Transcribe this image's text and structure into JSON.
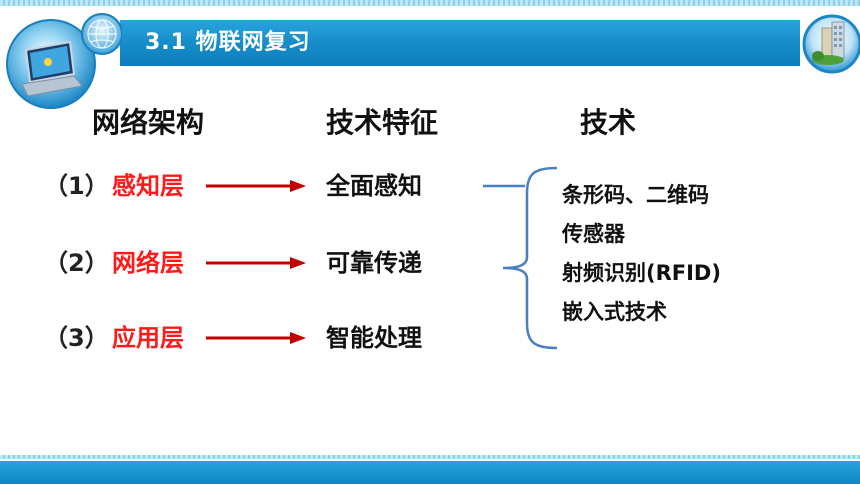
{
  "header": {
    "title": "3.1 物联网复习"
  },
  "columns": {
    "architecture": "网络架构",
    "features": "技术特征",
    "tech": "技术"
  },
  "rows": [
    {
      "num": "（1）",
      "layer": "感知层",
      "feature": "全面感知"
    },
    {
      "num": "（2）",
      "layer": "网络层",
      "feature": "可靠传递"
    },
    {
      "num": "（3）",
      "layer": "应用层",
      "feature": "智能处理"
    }
  ],
  "technologies": [
    "条形码、二维码",
    "传感器",
    "射频识别(RFID)",
    "嵌入式技术"
  ],
  "colors": {
    "title_bar": "#148bc9",
    "layer_text": "#ff1a1a",
    "arrow": "#c00000",
    "brace": "#4a7fc1"
  }
}
